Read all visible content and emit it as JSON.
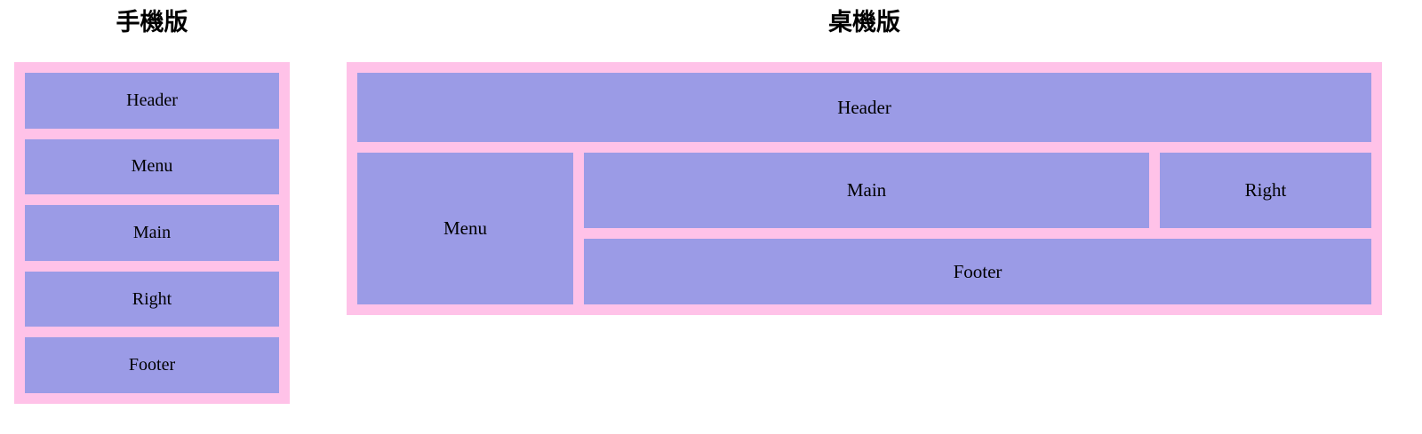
{
  "colors": {
    "pink": "#ffc2e8",
    "purple": "#9b9be6",
    "page_bg": "#ffffff",
    "text": "#000000"
  },
  "mobile": {
    "title": "手機版",
    "boxes": [
      {
        "label": "Header"
      },
      {
        "label": "Menu"
      },
      {
        "label": "Main"
      },
      {
        "label": "Right"
      },
      {
        "label": "Footer"
      }
    ]
  },
  "desktop": {
    "title": "桌機版",
    "boxes": {
      "header": "Header",
      "menu": "Menu",
      "main": "Main",
      "right": "Right",
      "footer": "Footer"
    }
  }
}
